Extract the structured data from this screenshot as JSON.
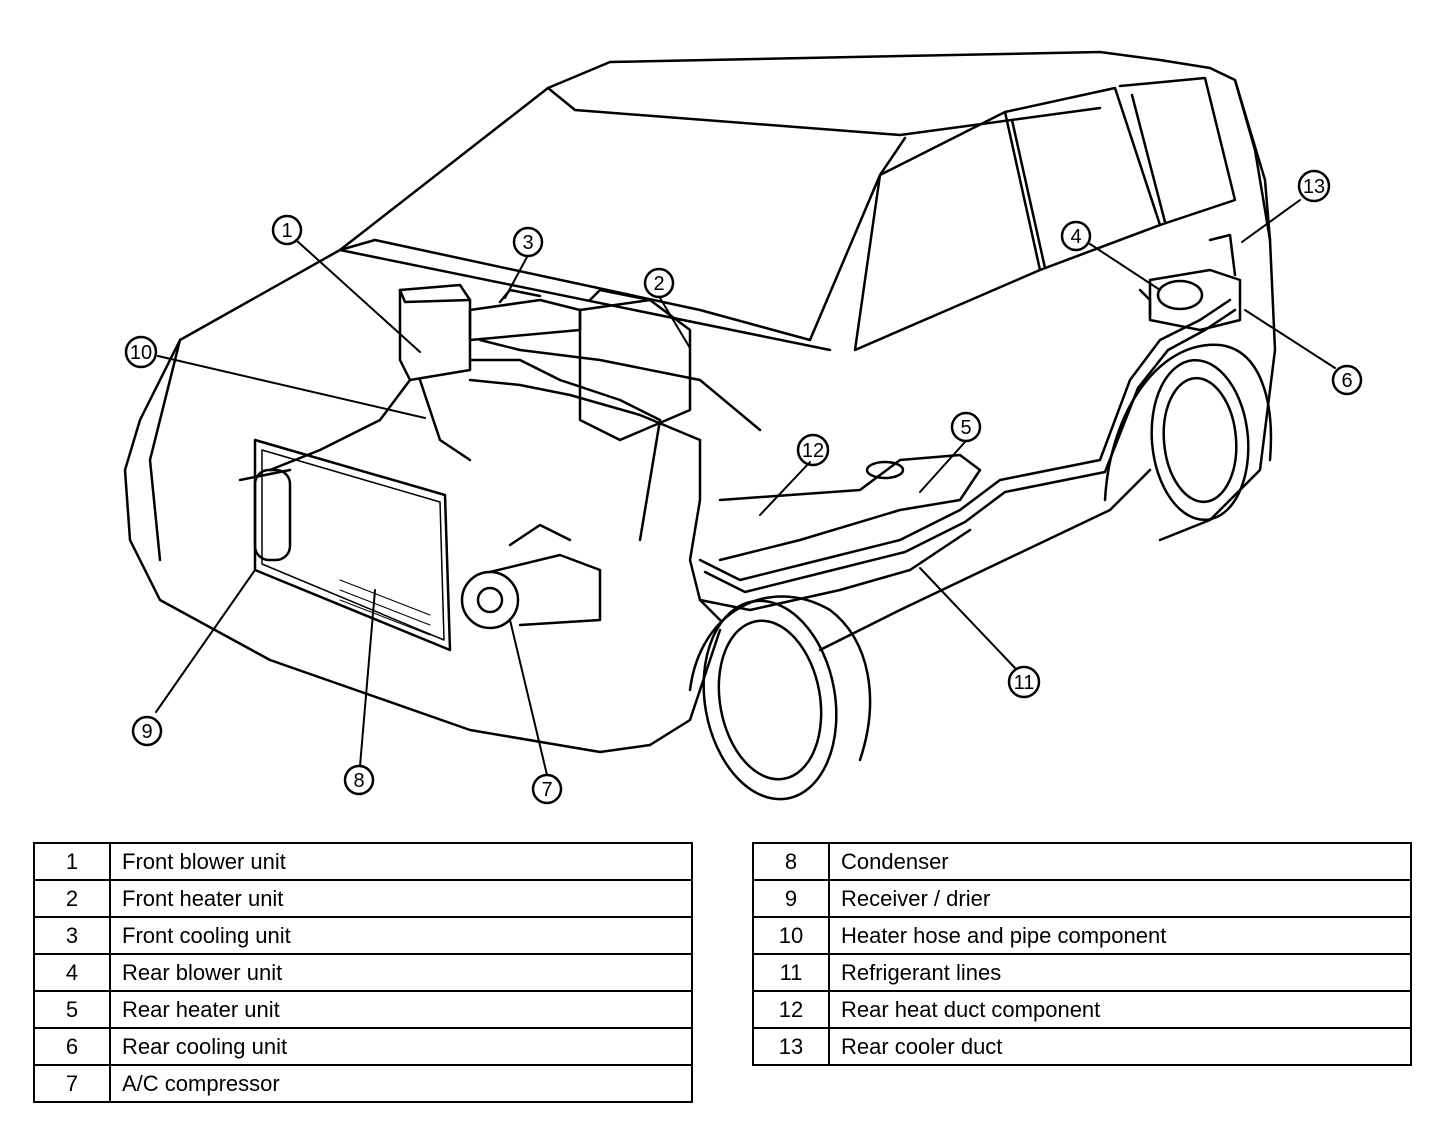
{
  "callouts": [
    {
      "n": "1"
    },
    {
      "n": "2"
    },
    {
      "n": "3"
    },
    {
      "n": "4"
    },
    {
      "n": "5"
    },
    {
      "n": "6"
    },
    {
      "n": "7"
    },
    {
      "n": "8"
    },
    {
      "n": "9"
    },
    {
      "n": "10"
    },
    {
      "n": "11"
    },
    {
      "n": "12"
    },
    {
      "n": "13"
    }
  ],
  "legend_left": [
    {
      "num": "1",
      "label": "Front blower unit"
    },
    {
      "num": "2",
      "label": "Front heater unit"
    },
    {
      "num": "3",
      "label": "Front cooling unit"
    },
    {
      "num": "4",
      "label": "Rear blower unit"
    },
    {
      "num": "5",
      "label": "Rear heater unit"
    },
    {
      "num": "6",
      "label": "Rear cooling unit"
    },
    {
      "num": "7",
      "label": "A/C compressor"
    }
  ],
  "legend_right": [
    {
      "num": "8",
      "label": "Condenser"
    },
    {
      "num": "9",
      "label": "Receiver / drier"
    },
    {
      "num": "10",
      "label": "Heater hose and pipe component"
    },
    {
      "num": "11",
      "label": "Refrigerant lines"
    },
    {
      "num": "12",
      "label": "Rear heat duct component"
    },
    {
      "num": "13",
      "label": "Rear cooler duct"
    }
  ]
}
